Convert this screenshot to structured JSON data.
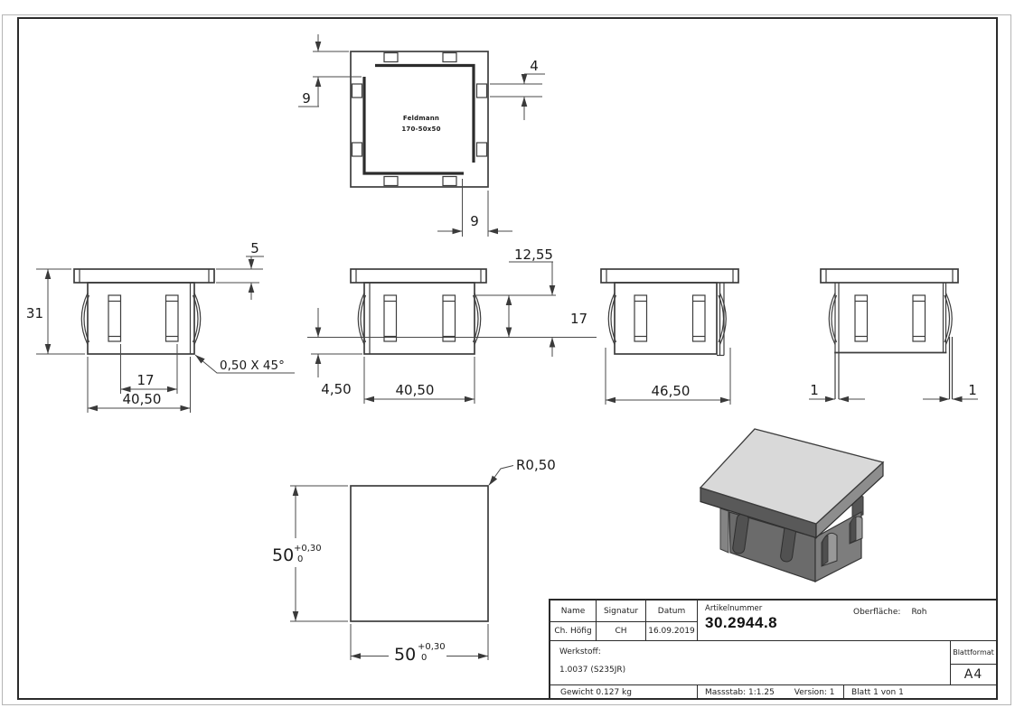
{
  "views": {
    "top": {
      "brand": "Feldmann",
      "model": "170-50x50",
      "dim_left": "9",
      "dim_right": "4",
      "dim_bottom": "9"
    },
    "front": {
      "flange_height": "5",
      "total_height": "31",
      "slot_spacing": "17",
      "body_width": "40,50",
      "chamfer": "0,50 X 45°"
    },
    "side2": {
      "depth_top": "12,55",
      "clip_height": "17",
      "offset": "4,50",
      "body_width": "40,50"
    },
    "side3": {
      "outer_width": "46,50"
    },
    "side4": {
      "wall_left": "1",
      "wall_right": "1"
    },
    "bottom": {
      "height": "50",
      "height_tol_upper": "+0,30",
      "height_tol_lower": "0",
      "width": "50",
      "width_tol_upper": "+0,30",
      "width_tol_lower": "0",
      "corner_radius": "R0,50"
    }
  },
  "title_block": {
    "name_label": "Name",
    "sig_label": "Signatur",
    "date_label": "Datum",
    "name": "Ch. Höfig",
    "sig": "CH",
    "date": "16.09.2019",
    "art_label": "Artikelnummer",
    "art_num": "30.2944.8",
    "surface_label": "Oberfläche:",
    "surface": "Roh",
    "material_label": "Werkstoff:",
    "material": "1.0037 (S235JR)",
    "format_label": "Blattformat",
    "format": "A4",
    "weight": "Gewicht 0.127 kg",
    "scale": "Massstab: 1:1.25",
    "version": "Version: 1",
    "sheet": "Blatt 1 von 1"
  },
  "colors": {
    "object_line": "#3d3d3d",
    "dim_line": "#4a4a4a",
    "iso_top": "#d9d9d9",
    "iso_plate_left": "#595959",
    "iso_plate_right": "#8d8d8d",
    "iso_body_left": "#6b6b6b",
    "iso_body_right": "#7d7d7d"
  }
}
